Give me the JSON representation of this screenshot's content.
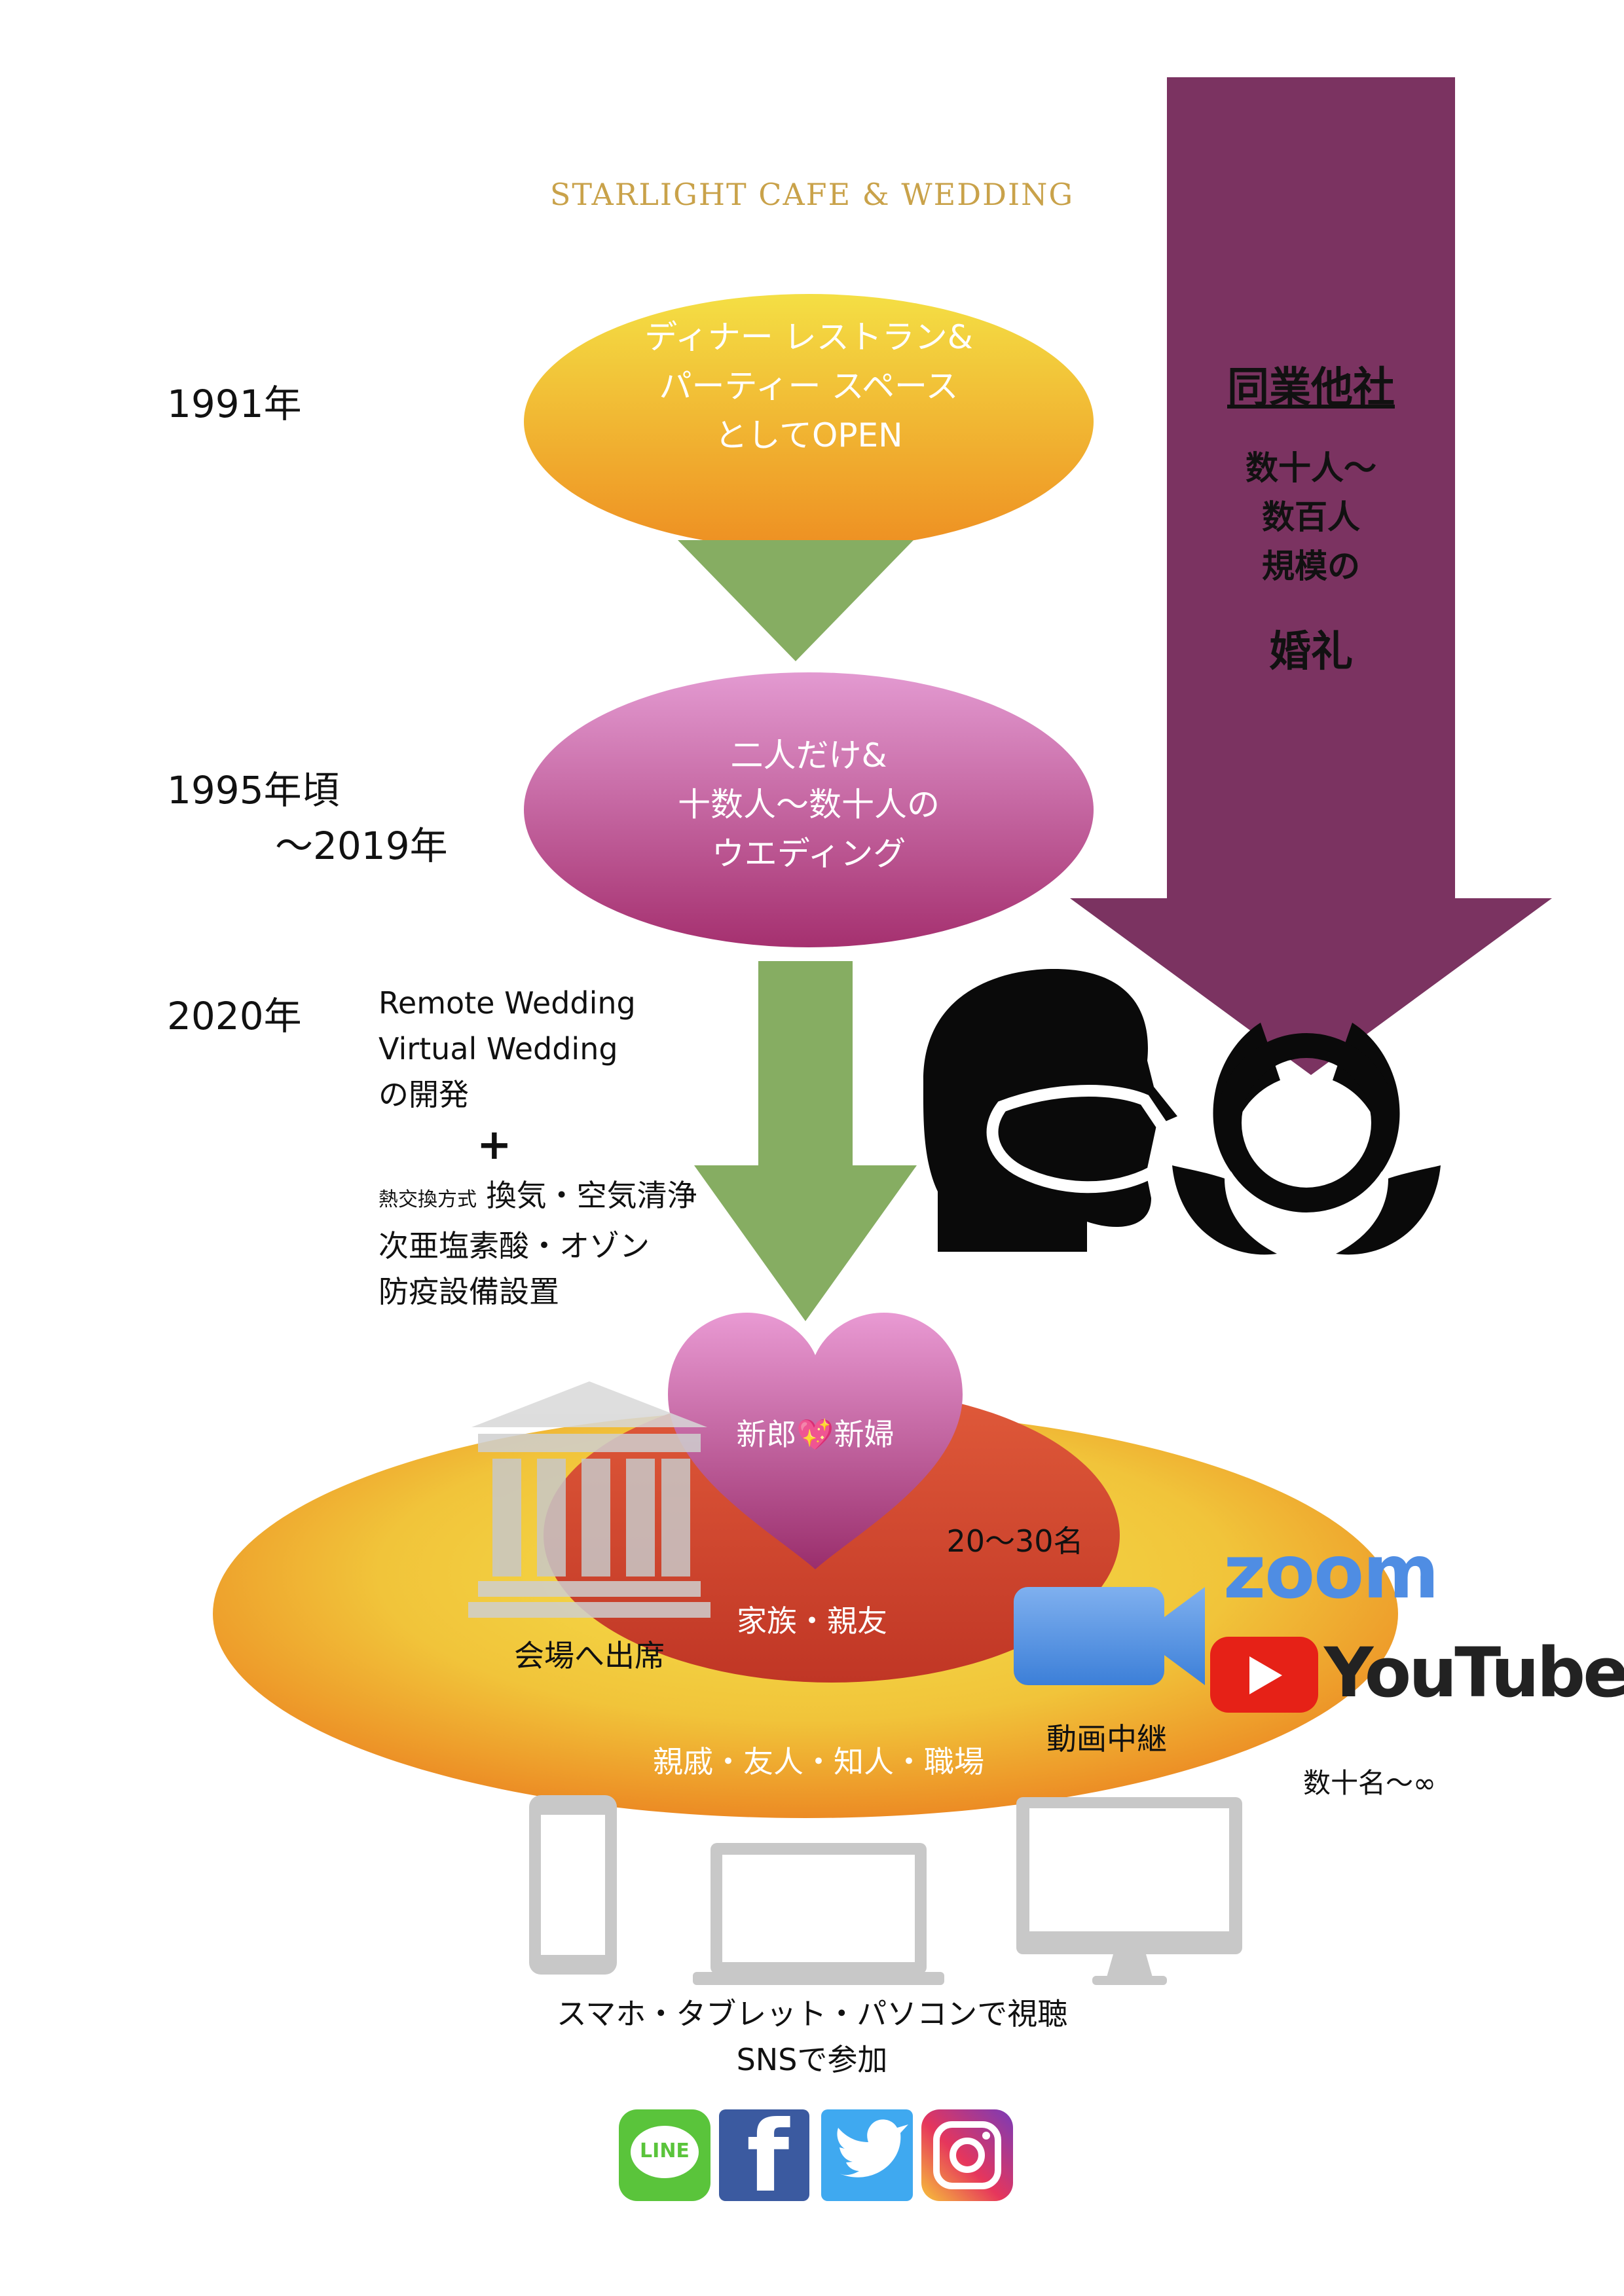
{
  "brand": "STARLIGHT CAFE & WEDDING",
  "timeline": {
    "y1991": "1991年",
    "y1995": "1995年頃",
    "y2019": "〜2019年",
    "y2020": "2020年"
  },
  "stages": {
    "stage1": [
      "ディナー レストラン&",
      "パーティー スペース",
      "としてOPEN"
    ],
    "stage2": [
      "二人だけ&",
      "十数人〜数十人の",
      "ウエディング"
    ]
  },
  "competitor": {
    "title": "同業他社",
    "lines": [
      "数十人〜",
      "数百人",
      "規模の"
    ],
    "emphasis": "婚礼"
  },
  "development": {
    "line1": "Remote Wedding",
    "line2": "Virtual Wedding",
    "line3": "の開発",
    "plus": "+",
    "small": "熱交換方式",
    "line4": "換気・空気清浄",
    "line5": "次亜塩素酸・オゾン",
    "line6": "防疫設備設置"
  },
  "circles": {
    "heart": "新郎💖新婦",
    "inner_count": "20〜30名",
    "inner": "家族・親友",
    "venue": "会場へ出席",
    "outer": "親戚・友人・知人・職場",
    "stream": "動画中継",
    "outer_count": "数十名〜∞"
  },
  "platforms": {
    "zoom": "zoom",
    "youtube": "YouTube"
  },
  "viewing": {
    "line1": "スマホ・タブレット・パソコンで視聴",
    "line2": "SNSで参加"
  },
  "sns": {
    "line": "LINE",
    "facebook": "f"
  },
  "colors": {
    "purple": "#7b3361",
    "green": "#86ad62",
    "orange": "#ef9a2a",
    "yellow": "#f4d63e",
    "pink": "#c4458c",
    "red": "#d24a32"
  }
}
